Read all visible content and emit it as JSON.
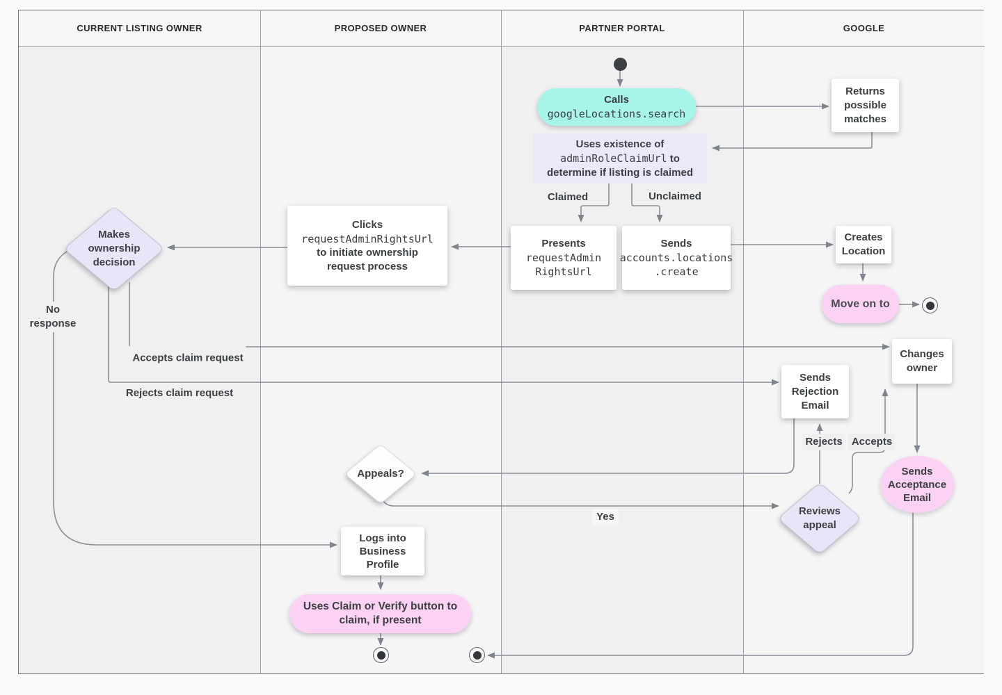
{
  "colors": {
    "accent_teal": "#A6F4EA",
    "accent_pink": "#FBD2F3",
    "accent_lavender": "#E9E5F8",
    "note_lavender": "#ECE8F9",
    "node_white": "#FFFFFF",
    "wire_gray": "#898F96",
    "text": "#3C4043",
    "lane_dark": "#F0F0F1",
    "lane_light": "#F5F5F6"
  },
  "lanes": [
    {
      "label": "CURRENT LISTING OWNER"
    },
    {
      "label": "PROPOSED OWNER"
    },
    {
      "label": "PARTNER PORTAL"
    },
    {
      "label": "GOOGLE"
    }
  ],
  "nodes": {
    "calls": {
      "title": "Calls",
      "code": "googleLocations.search"
    },
    "returns": {
      "l1": "Returns",
      "l2": "possible",
      "l3": "matches"
    },
    "uses": {
      "l1": "Uses existence of",
      "code": "adminRoleClaimUrl",
      "suffix": " to",
      "l3": "determine if listing is claimed"
    },
    "presents": {
      "title": "Presents",
      "code1": "requestAdmin",
      "code2": "RightsUrl"
    },
    "sends_create": {
      "title": "Sends",
      "code1": "accounts.locations",
      "code2": ".create"
    },
    "creates": {
      "l1": "Creates",
      "l2": "Location"
    },
    "move_on": {
      "label": "Move on to"
    },
    "clicks": {
      "title": "Clicks",
      "code": "requestAdminRightsUrl",
      "l2": "to initiate ownership",
      "l3": "request process"
    },
    "decision": {
      "l1": "Makes",
      "l2": "ownership",
      "l3": "decision"
    },
    "rejection_email": {
      "l1": "Sends",
      "l2": "Rejection",
      "l3": "Email"
    },
    "changes_owner": {
      "l1": "Changes",
      "l2": "owner"
    },
    "acceptance_email": {
      "l1": "Sends",
      "l2": "Acceptance",
      "l3": "Email"
    },
    "appeals": {
      "label": "Appeals?"
    },
    "reviews": {
      "l1": "Reviews",
      "l2": "appeal"
    },
    "logs": {
      "l1": "Logs into",
      "l2": "Business",
      "l3": "Profile"
    },
    "claim_verify": {
      "l1": "Uses Claim or Verify button to",
      "l2": "claim, if present"
    }
  },
  "edge_labels": {
    "claimed": "Claimed",
    "unclaimed": "Unclaimed",
    "no_response_1": "No",
    "no_response_2": "response",
    "accepts_claim": "Accepts claim request",
    "rejects_claim": "Rejects claim request",
    "rejects": "Rejects",
    "accepts": "Accepts",
    "yes": "Yes"
  }
}
